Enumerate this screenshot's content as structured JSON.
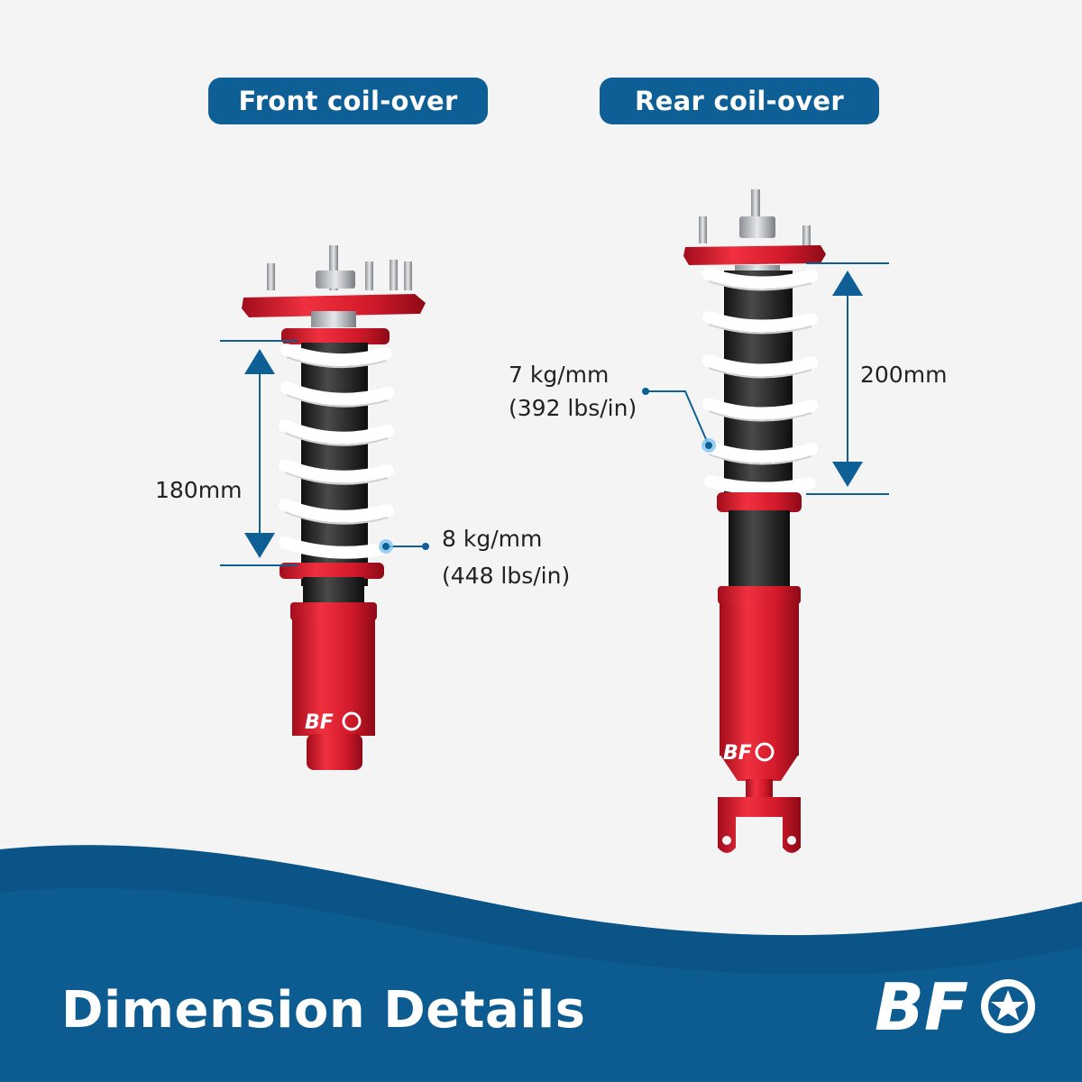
{
  "labels": {
    "front": "Front coil-over",
    "rear": "Rear coil-over"
  },
  "front": {
    "height": "180mm",
    "rate_metric": "8 kg/mm",
    "rate_imperial": "(448 lbs/in)"
  },
  "rear": {
    "height": "200mm",
    "rate_metric": "7 kg/mm",
    "rate_imperial": "(392 lbs/in)"
  },
  "footer": {
    "title": "Dimension Details"
  },
  "brand": {
    "logo_text": "BF",
    "primary": "#0d5f96",
    "footer_blue": "#0c5c92",
    "strut_red": "#d6192b",
    "spring_white": "#ffffff",
    "background": "#f4f4f5"
  }
}
